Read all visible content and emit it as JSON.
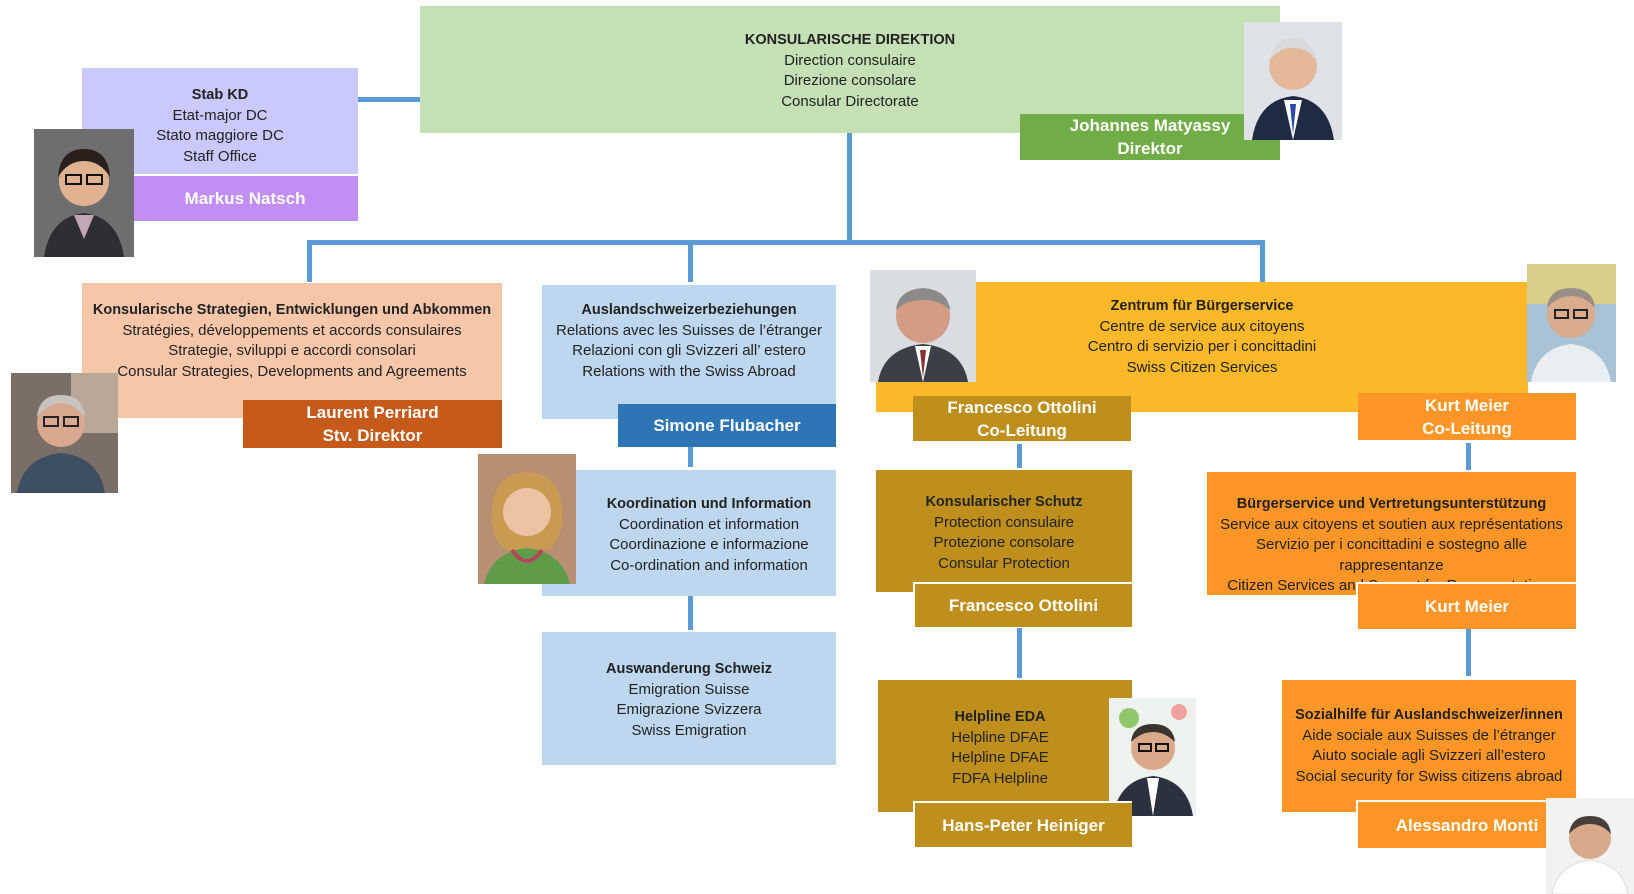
{
  "director": {
    "title": "KONSULARISCHE DIREKTION",
    "lines": [
      "Direction consulaire",
      "Direzione consolare",
      "Consular Directorate"
    ],
    "person_name": "Johannes Matyassy",
    "person_role": "Direktor"
  },
  "staff": {
    "title": "Stab KD",
    "lines": [
      "Etat-major DC",
      "Stato maggiore DC",
      "Staff Office"
    ],
    "person_name": "Markus Natsch"
  },
  "strategies": {
    "title": "Konsularische Strategien, Entwicklungen und Abkommen",
    "lines": [
      "Stratégies, développements et accords consulaires",
      "Strategie, sviluppi e accordi consolari",
      "Consular Strategies, Developments and Agreements"
    ],
    "person_name": "Laurent Perriard",
    "person_role": "Stv. Direktor"
  },
  "abroad": {
    "title": "Auslandschweizerbeziehungen",
    "lines": [
      "Relations avec les Suisses de l’étranger",
      "Relazioni con gli Svizzeri all’ estero",
      "Relations with the Swiss Abroad"
    ],
    "person_name": "Simone Flubacher"
  },
  "coordination": {
    "title": "Koordination und Information",
    "lines": [
      "Coordination et information",
      "Coordinazione e informazione",
      "Co-ordination and information"
    ]
  },
  "emigration": {
    "title": "Auswanderung Schweiz",
    "lines": [
      "Emigration Suisse",
      "Emigrazione Svizzera",
      "Swiss Emigration"
    ]
  },
  "citizen": {
    "title": "Zentrum für Bürgerservice",
    "lines": [
      "Centre de service aux citoyens",
      "Centro di servizio per i concittadini",
      "Swiss Citizen Services"
    ],
    "lead1_name": "Francesco Ottolini",
    "lead1_role": "Co-Leitung",
    "lead2_name": "Kurt Meier",
    "lead2_role": "Co-Leitung"
  },
  "protection": {
    "title": "Konsularischer Schutz",
    "lines": [
      "Protection consulaire",
      "Protezione consolare",
      "Consular Protection"
    ],
    "person_name": "Francesco Ottolini"
  },
  "helpline": {
    "title": "Helpline EDA",
    "lines": [
      "Helpline DFAE",
      "Helpline DFAE",
      "FDFA Helpline"
    ],
    "person_name": "Hans-Peter Heiniger"
  },
  "services": {
    "title": "Bürgerservice und Vertretungsunterstützung",
    "lines": [
      "Service aux citoyens et soutien aux représentations",
      "Servizio per i concittadini e sostegno alle rappresentanze",
      "Citizen Services and Support for  Representations"
    ],
    "person_name": "Kurt Meier"
  },
  "social": {
    "title": "Sozialhilfe für Auslandschweizer/innen",
    "lines": [
      "Aide sociale aux Suisses de l’étranger",
      "Aiuto sociale agli Svizzeri all’estero",
      "Social security for Swiss citizens abroad"
    ],
    "person_name": "Alessandro Monti"
  },
  "colors": {
    "director": "#c5e0b4",
    "director_label": "#70ad47",
    "staff": "#c9c9fb",
    "staff_label": "#c28df5",
    "strategies": "#f6c6a8",
    "strategies_label": "#c55a1a",
    "abroad": "#bdd7ee",
    "abroad_label": "#2e75b6",
    "citizen": "#fbb929",
    "gold": "#bf8f1e",
    "orange": "#fd9626",
    "connector": "#5b9bd5"
  }
}
